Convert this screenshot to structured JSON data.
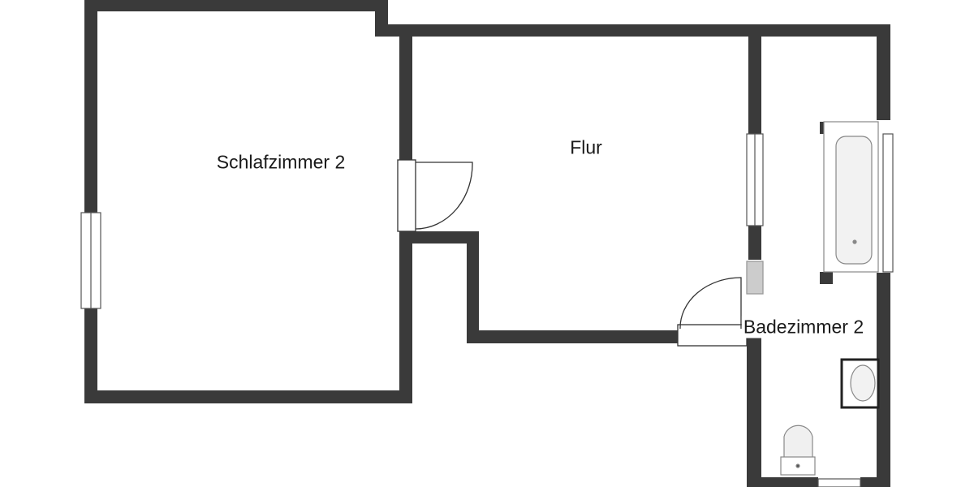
{
  "rooms": {
    "bedroom": "Schlafzimmer 2",
    "hallway": "Flur",
    "bathroom": "Badezimmer 2"
  },
  "colors": {
    "wall": "#3a3a3a",
    "fixture_line": "#888888",
    "background": "#ffffff"
  }
}
